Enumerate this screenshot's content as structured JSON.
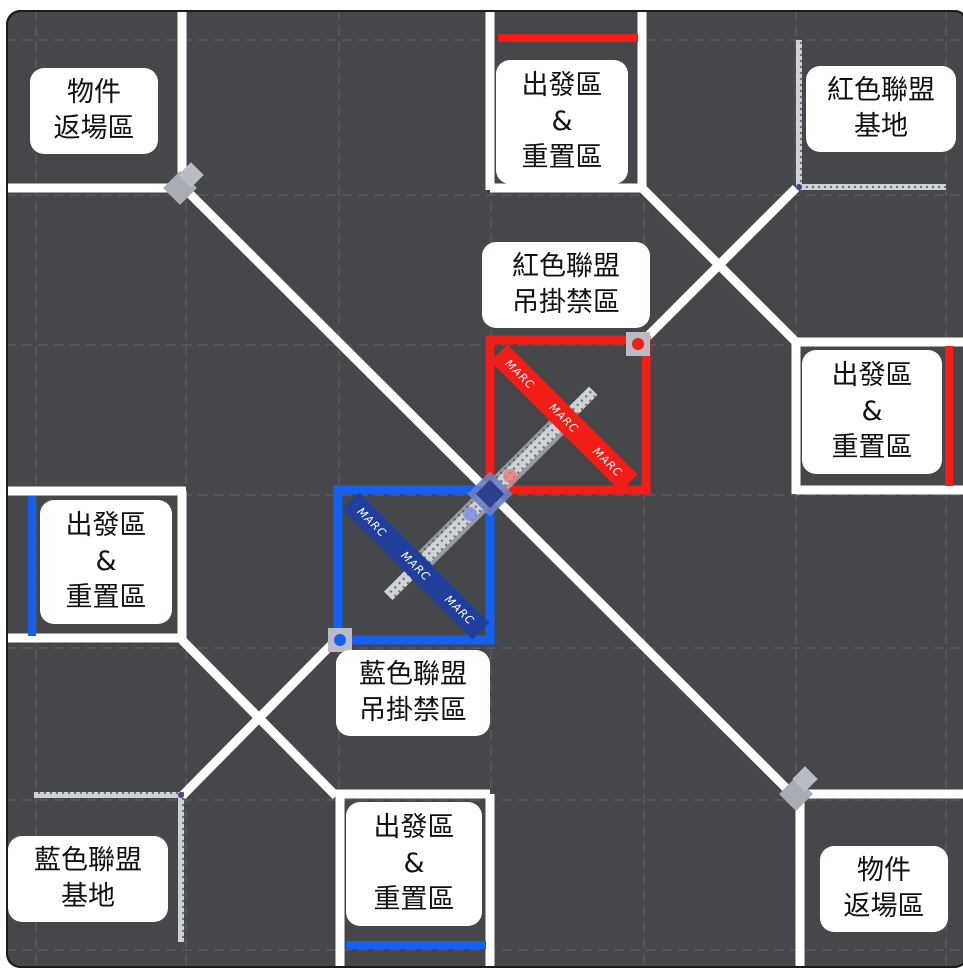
{
  "colors": {
    "mat": "#46474b",
    "mat_seam": "#55565a",
    "line": "#ffffff",
    "red": "#f01e16",
    "blue": "#1660f0",
    "frame": "#1c1c1e"
  },
  "labels": {
    "return_top_left": [
      "物件",
      "返場區"
    ],
    "start_top": [
      "出發區",
      "&",
      "重置區"
    ],
    "red_base": [
      "紅色聯盟",
      "基地"
    ],
    "red_no_hang": [
      "紅色聯盟",
      "吊掛禁區"
    ],
    "start_right": [
      "出發區",
      "&",
      "重置區"
    ],
    "start_left": [
      "出發區",
      "&",
      "重置區"
    ],
    "blue_no_hang": [
      "藍色聯盟",
      "吊掛禁區"
    ],
    "blue_base": [
      "藍色聯盟",
      "基地"
    ],
    "start_bottom": [
      "出發區",
      "&",
      "重置區"
    ],
    "return_bottom_right": [
      "物件",
      "返場區"
    ]
  },
  "banners": {
    "red": [
      "MARC",
      "MARC",
      "MARC"
    ],
    "blue": [
      "MARC",
      "MARC",
      "MARC"
    ]
  }
}
